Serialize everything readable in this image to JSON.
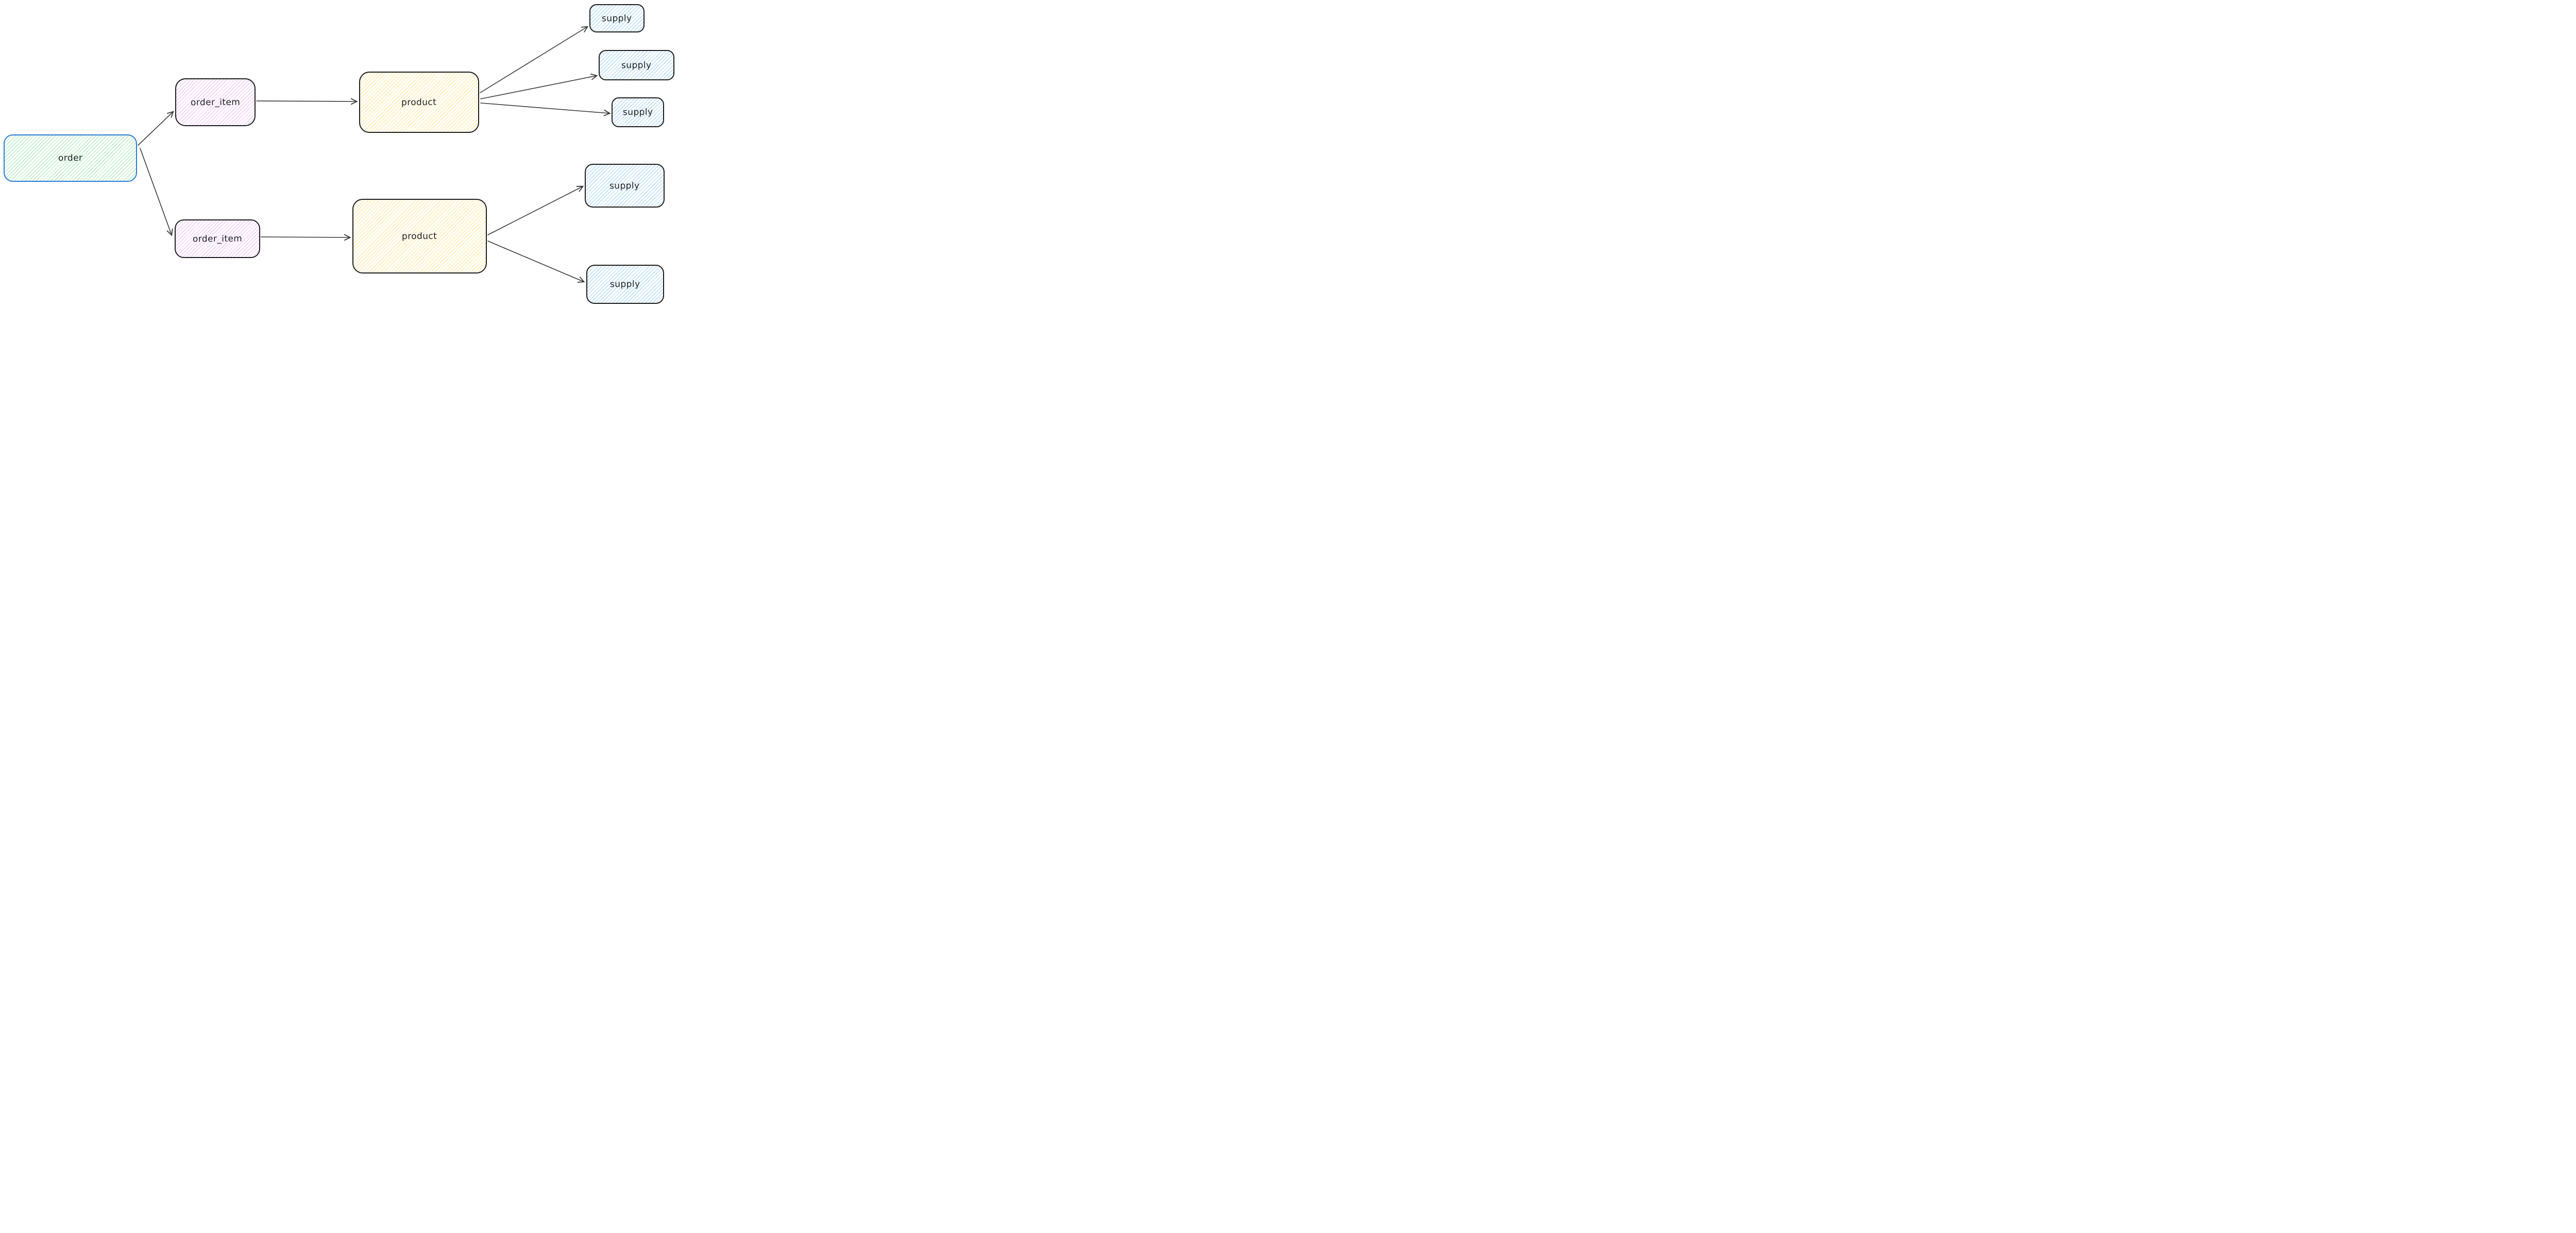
{
  "nodes": {
    "order": {
      "label": "order"
    },
    "order_item_1": {
      "label": "order_item"
    },
    "order_item_2": {
      "label": "order_item"
    },
    "product_1": {
      "label": "product"
    },
    "product_2": {
      "label": "product"
    },
    "supply_1": {
      "label": "supply"
    },
    "supply_2": {
      "label": "supply"
    },
    "supply_3": {
      "label": "supply"
    },
    "supply_4": {
      "label": "supply"
    },
    "supply_5": {
      "label": "supply"
    }
  },
  "edges": [
    {
      "from": "order",
      "to": "order_item_1"
    },
    {
      "from": "order",
      "to": "order_item_2"
    },
    {
      "from": "order_item_1",
      "to": "product_1"
    },
    {
      "from": "order_item_2",
      "to": "product_2"
    },
    {
      "from": "product_1",
      "to": "supply_1"
    },
    {
      "from": "product_1",
      "to": "supply_2"
    },
    {
      "from": "product_1",
      "to": "supply_3"
    },
    {
      "from": "product_2",
      "to": "supply_4"
    },
    {
      "from": "product_2",
      "to": "supply_5"
    }
  ],
  "colors": {
    "canvas_bg": "#ffffff",
    "order_stroke": "#2b7cd3",
    "default_stroke": "#1e1e1e",
    "arrow": "#3a3a3a",
    "label": "#1e1e1e",
    "green_fill": "#b2f2bb",
    "violet_fill": "#eebefa",
    "yellow_fill": "#ffec99",
    "blue_fill": "#a5d8ff"
  }
}
